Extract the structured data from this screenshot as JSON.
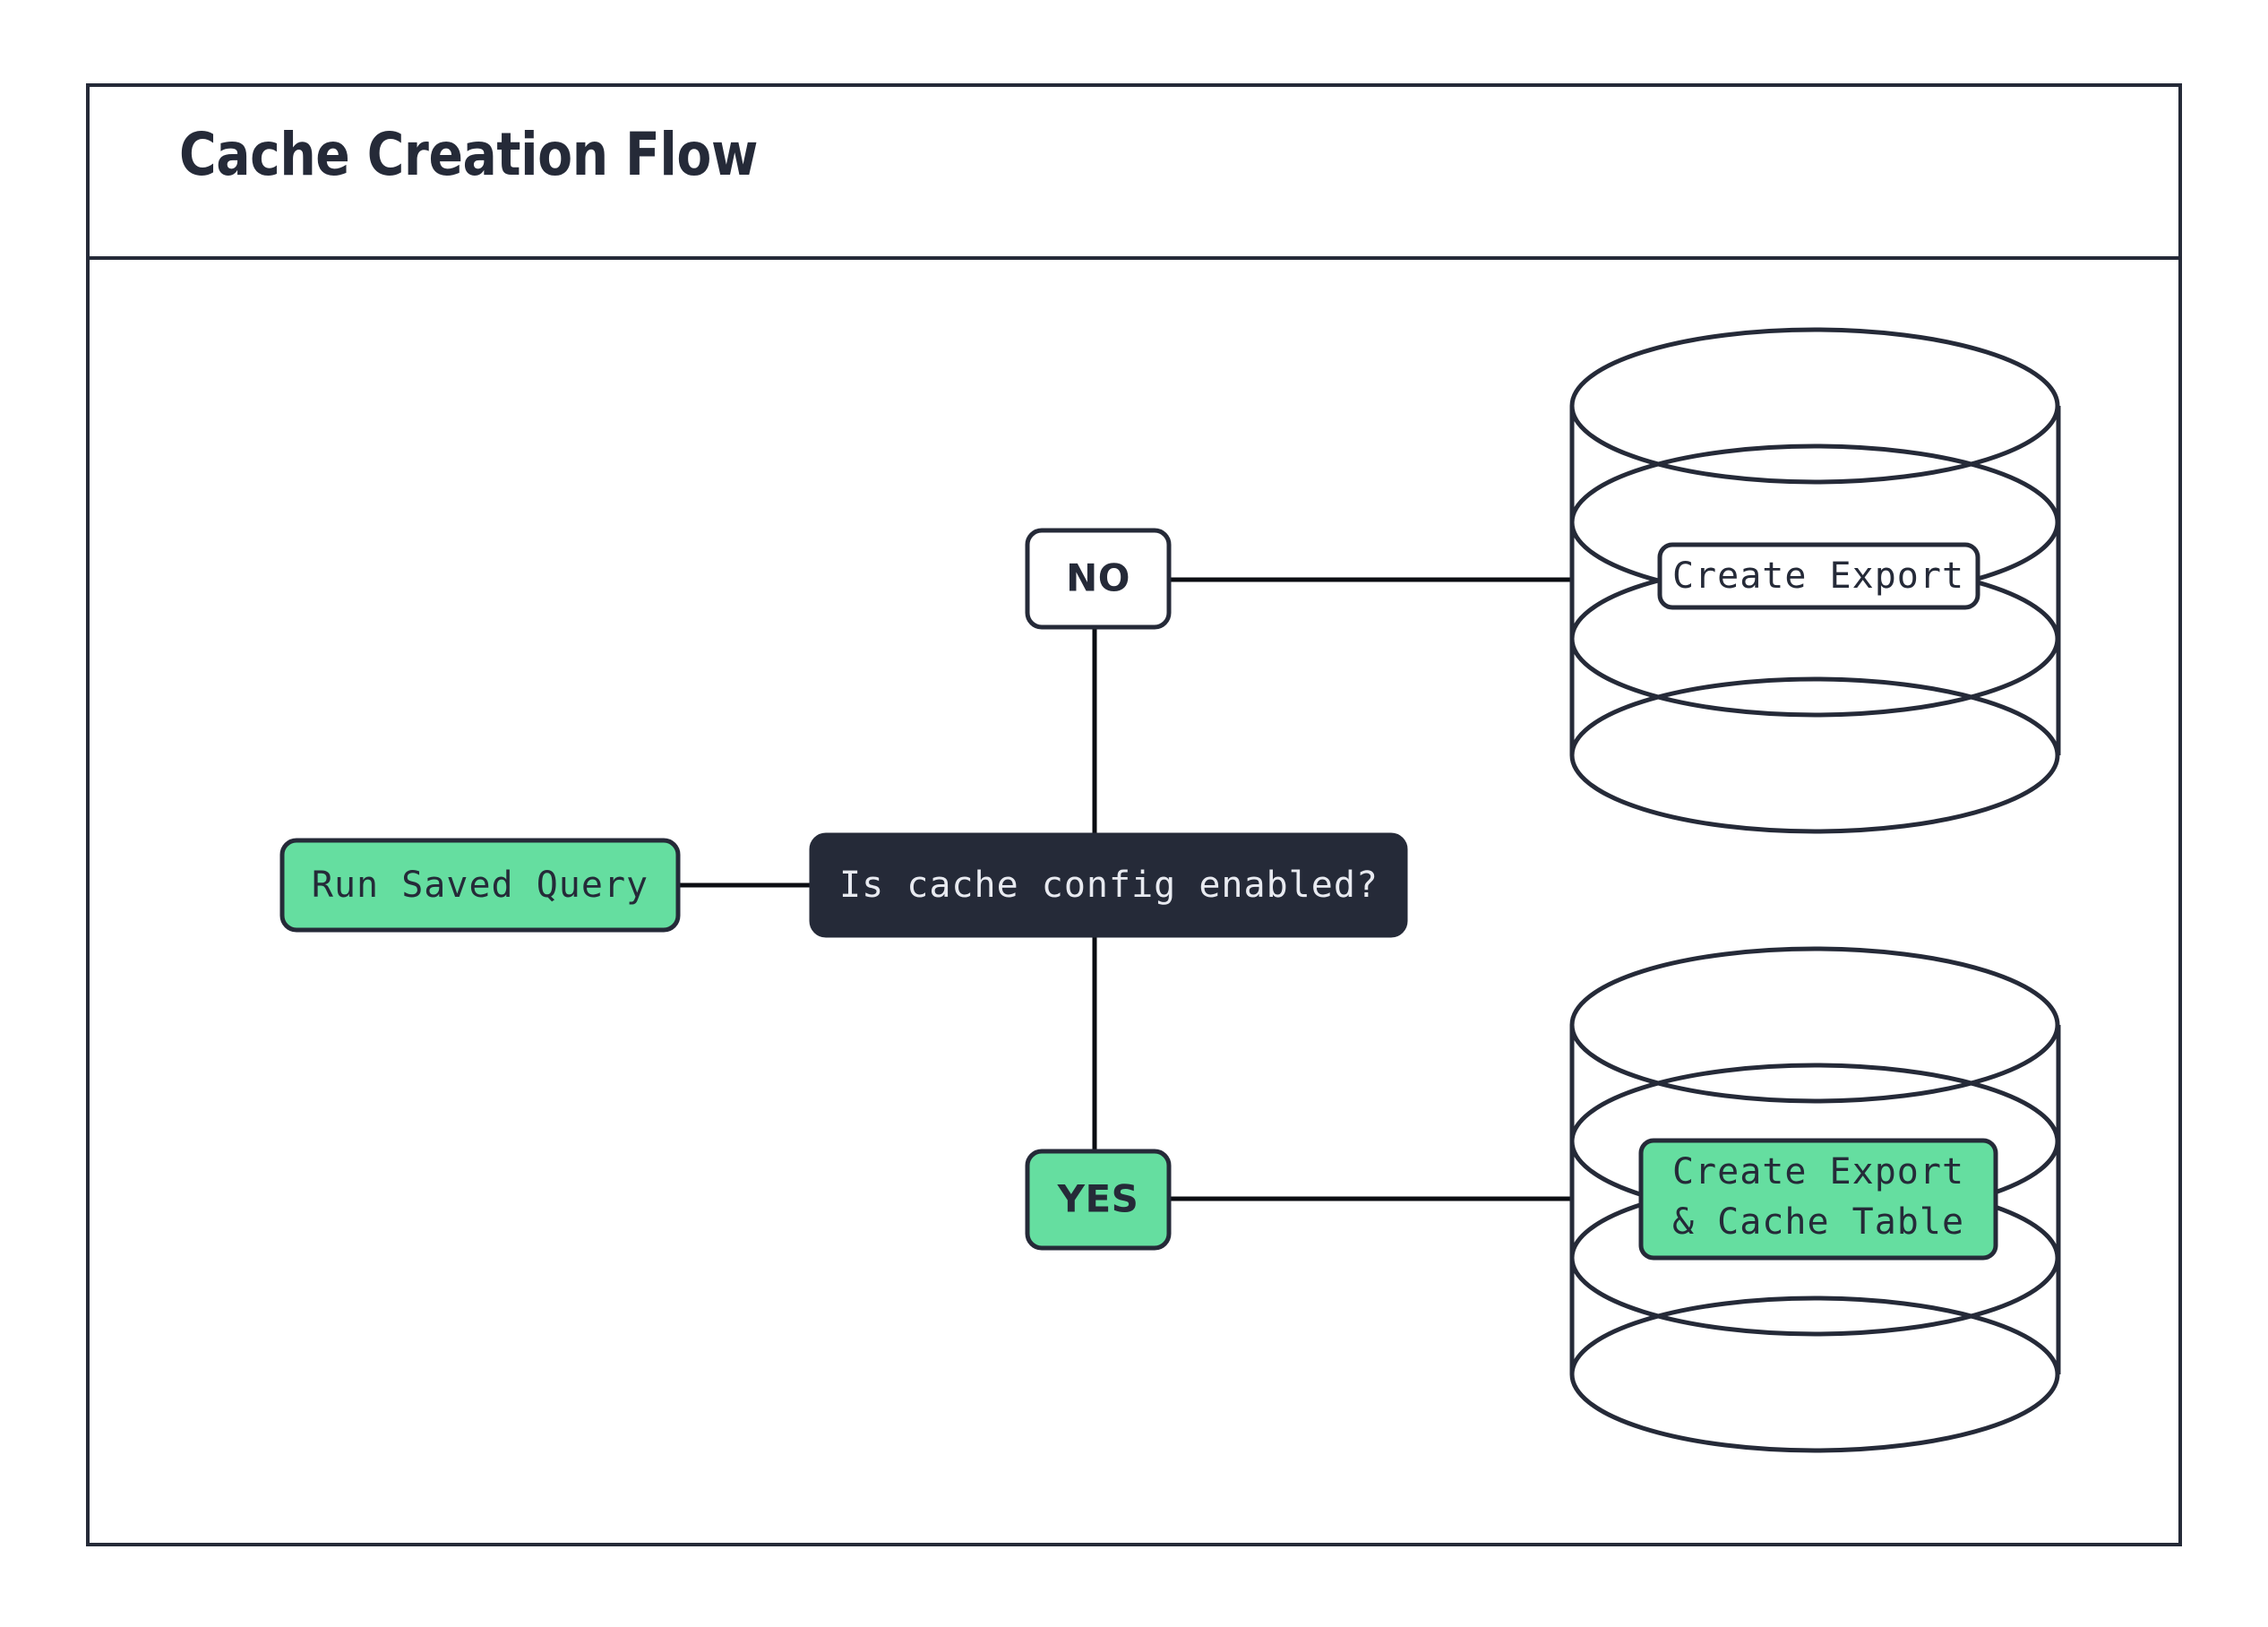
{
  "diagram": {
    "title": "Cache Creation Flow",
    "type": "flowchart",
    "colors": {
      "accent_green": "#65dea0",
      "dark_navy": "#252a38",
      "edge": "#0b0d12",
      "surface": "#ffffff"
    },
    "nodes": {
      "start": {
        "label": "Run Saved Query",
        "shape": "rounded-rect",
        "fill": "green"
      },
      "decision": {
        "label": "Is cache config enabled?",
        "shape": "rounded-rect",
        "fill": "dark"
      },
      "branch_no": {
        "label": "NO",
        "shape": "rounded-rect",
        "fill": "white"
      },
      "branch_yes": {
        "label": "YES",
        "shape": "rounded-rect",
        "fill": "green"
      },
      "db_export": {
        "label": "Create Export",
        "shape": "database-cylinder",
        "fill": "white"
      },
      "db_export_cache": {
        "label_line_1": "Create Export",
        "label_line_2": "& Cache Table",
        "shape": "database-cylinder",
        "fill": "green"
      }
    },
    "edges": [
      {
        "from": "start",
        "to": "decision",
        "label": ""
      },
      {
        "from": "decision",
        "to": "branch_no",
        "label": ""
      },
      {
        "from": "branch_no",
        "to": "db_export",
        "label": ""
      },
      {
        "from": "decision",
        "to": "branch_yes",
        "label": ""
      },
      {
        "from": "branch_yes",
        "to": "db_export_cache",
        "label": ""
      }
    ]
  }
}
